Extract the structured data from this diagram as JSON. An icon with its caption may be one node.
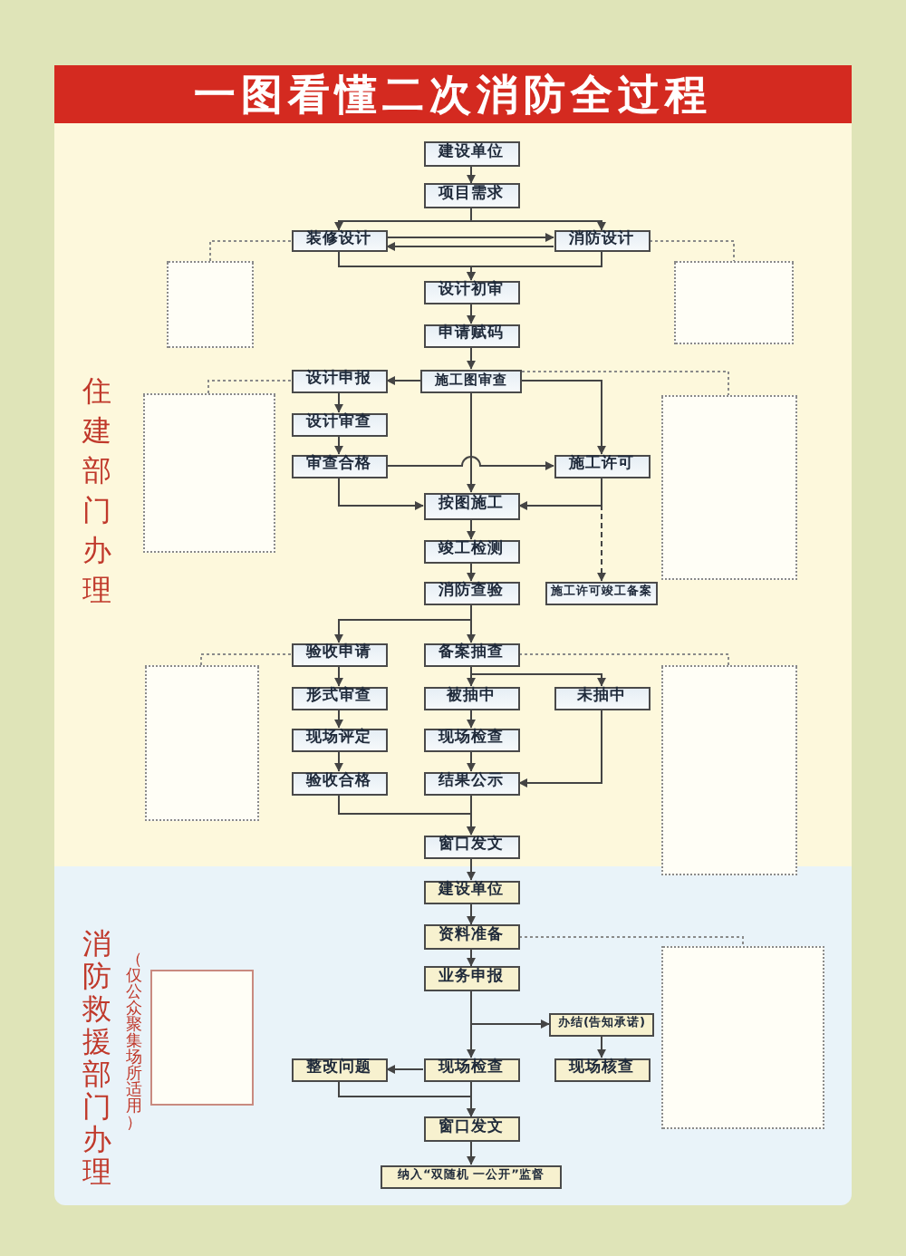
{
  "diagram": {
    "title": "一图看懂二次消防全过程",
    "nodes": [
      {
        "text": [
          "建设单位"
        ]
      },
      {
        "text": [
          "项目需求"
        ]
      },
      {
        "text": [
          "装修设计"
        ]
      },
      {
        "text": [
          "消防设计"
        ]
      },
      {
        "text": [
          "设计初审"
        ]
      },
      {
        "text": [
          "申请赋码"
        ]
      },
      {
        "text": [
          "设计申报"
        ]
      },
      {
        "text": [
          "施工图审查"
        ]
      },
      {
        "text": [
          "设计审查"
        ]
      },
      {
        "text": [
          "审查合格"
        ]
      },
      {
        "text": [
          "施工许可"
        ]
      },
      {
        "text": [
          "按图施工"
        ]
      },
      {
        "text": [
          "竣工检测"
        ]
      },
      {
        "text": [
          "消防查验"
        ]
      },
      {
        "text": [
          "施工许可竣工备案"
        ]
      },
      {
        "text": [
          "验收申请"
        ]
      },
      {
        "text": [
          "备案抽查"
        ]
      },
      {
        "text": [
          "形式审查"
        ]
      },
      {
        "text": [
          "被抽中"
        ]
      },
      {
        "text": [
          "未抽中"
        ]
      },
      {
        "text": [
          "现场评定"
        ]
      },
      {
        "text": [
          "现场检查"
        ]
      },
      {
        "text": [
          "验收合格"
        ]
      },
      {
        "text": [
          "结果公示"
        ]
      },
      {
        "text": [
          "窗口发文"
        ]
      },
      {
        "text": [
          "建设单位"
        ]
      },
      {
        "text": [
          "资料准备"
        ]
      },
      {
        "text": [
          "业务申报"
        ]
      },
      {
        "text": [
          "办结(告知承诺)"
        ]
      },
      {
        "text": [
          "整改问题"
        ]
      },
      {
        "text": [
          "现场检查"
        ]
      },
      {
        "text": [
          "现场核查"
        ]
      },
      {
        "text": [
          "窗口发文"
        ]
      },
      {
        "text": [
          "纳入“双随机 一公开”监督"
        ]
      },
      {
        "text": [],
        "shape": "box"
      },
      {
        "text": [],
        "shape": "box"
      },
      {
        "text": [],
        "shape": "box"
      },
      {
        "text": [],
        "shape": "box"
      },
      {
        "text": [],
        "shape": "box"
      },
      {
        "text": [],
        "shape": "box"
      },
      {
        "text": [],
        "shape": "box"
      },
      {
        "text": [],
        "shape": "box"
      }
    ],
    "edges": [
      {
        "from": 0,
        "to": 1,
        "arrow": "to"
      },
      {
        "from": 1,
        "to": 2,
        "arrow": "to"
      },
      {
        "from": 1,
        "to": 3,
        "arrow": "to"
      },
      {
        "from": 2,
        "to": 3,
        "arrow": "to"
      },
      {
        "from": 3,
        "to": 2,
        "arrow": "to"
      },
      {
        "from": 2,
        "to": 4,
        "arrow": "to"
      },
      {
        "from": 3,
        "to": 4,
        "arrow": "to"
      },
      {
        "from": 4,
        "to": 5,
        "arrow": "to"
      },
      {
        "from": 5,
        "to": 7,
        "arrow": "to"
      },
      {
        "from": 7,
        "to": 6,
        "arrow": "to"
      },
      {
        "from": 6,
        "to": 8,
        "arrow": "to"
      },
      {
        "from": 8,
        "to": 9,
        "arrow": "to"
      },
      {
        "from": 7,
        "to": 11,
        "arrow": "to"
      },
      {
        "from": 7,
        "to": 10,
        "arrow": "to"
      },
      {
        "from": 9,
        "to": 11,
        "arrow": "to"
      },
      {
        "from": 10,
        "to": 11,
        "arrow": "to"
      },
      {
        "from": 9,
        "to": 10,
        "arrow": "to"
      },
      {
        "from": 11,
        "to": 12,
        "arrow": "to"
      },
      {
        "from": 12,
        "to": 13,
        "arrow": "to"
      },
      {
        "from": 10,
        "to": 14,
        "arrow": "to",
        "style": "dashed"
      },
      {
        "from": 13,
        "to": 15,
        "arrow": "to"
      },
      {
        "from": 13,
        "to": 16,
        "arrow": "to"
      },
      {
        "from": 16,
        "to": 18,
        "arrow": "to"
      },
      {
        "from": 16,
        "to": 19,
        "arrow": "to"
      },
      {
        "from": 15,
        "to": 17,
        "arrow": "to"
      },
      {
        "from": 17,
        "to": 20,
        "arrow": "to"
      },
      {
        "from": 20,
        "to": 22,
        "arrow": "to"
      },
      {
        "from": 18,
        "to": 21,
        "arrow": "to"
      },
      {
        "from": 21,
        "to": 23,
        "arrow": "to"
      },
      {
        "from": 19,
        "to": 23,
        "arrow": "to"
      },
      {
        "from": 22,
        "to": 24,
        "arrow": "to"
      },
      {
        "from": 23,
        "to": 24,
        "arrow": "to"
      },
      {
        "from": 24,
        "to": 25,
        "arrow": "to"
      },
      {
        "from": 25,
        "to": 26,
        "arrow": "to"
      },
      {
        "from": 26,
        "to": 27,
        "arrow": "to"
      },
      {
        "from": 27,
        "to": 28,
        "arrow": "to"
      },
      {
        "from": 27,
        "to": 30,
        "arrow": "to"
      },
      {
        "from": 28,
        "to": 31,
        "arrow": "to"
      },
      {
        "from": 30,
        "to": 29,
        "arrow": "to"
      },
      {
        "from": 29,
        "to": 32,
        "arrow": "to"
      },
      {
        "from": 30,
        "to": 32,
        "arrow": "to"
      },
      {
        "from": 32,
        "to": 33,
        "arrow": "to"
      },
      {
        "from": 2,
        "to": 34,
        "arrow": "none",
        "style": "dashed"
      },
      {
        "from": 3,
        "to": 35,
        "arrow": "none",
        "style": "dashed"
      },
      {
        "from": 6,
        "to": 36,
        "arrow": "none",
        "style": "dashed"
      },
      {
        "from": 7,
        "to": 37,
        "arrow": "none",
        "style": "dashed"
      },
      {
        "from": 15,
        "to": 38,
        "arrow": "none",
        "style": "dashed"
      },
      {
        "from": 16,
        "to": 39,
        "arrow": "none",
        "style": "dashed"
      },
      {
        "from": 26,
        "to": 41,
        "arrow": "none",
        "style": "dashed"
      }
    ],
    "labels": [
      "住建部门办理",
      "消防救援部门办理",
      "（仅公众聚集场所适用）"
    ]
  }
}
